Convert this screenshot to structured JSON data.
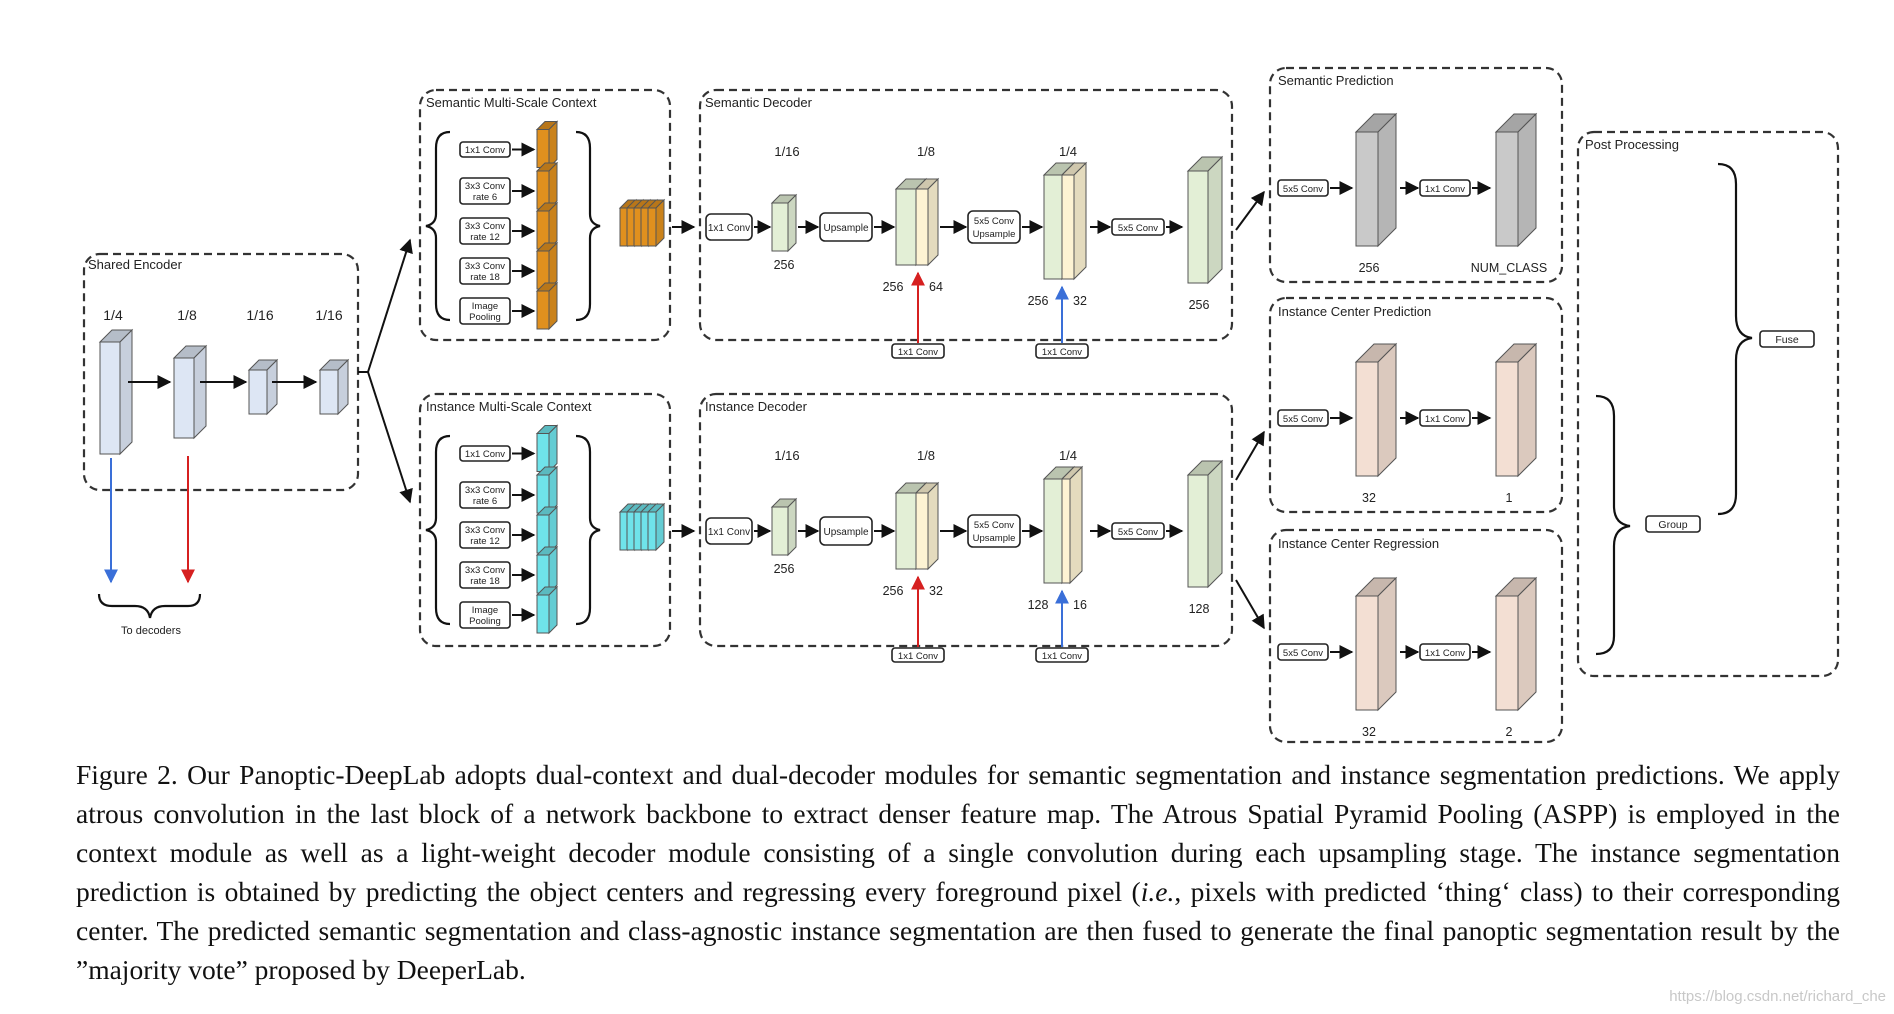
{
  "diagram": {
    "shared_encoder": {
      "title": "Shared Encoder",
      "scales": [
        "1/4",
        "1/8",
        "1/16",
        "1/16"
      ],
      "to_decoders": "To decoders"
    },
    "semantic_context": {
      "title": "Semantic Multi-Scale Context",
      "ops": [
        [
          "1x1 Conv"
        ],
        [
          "3x3 Conv",
          "rate 6"
        ],
        [
          "3x3 Conv",
          "rate 12"
        ],
        [
          "3x3 Conv",
          "rate 18"
        ],
        [
          "Image",
          "Pooling"
        ]
      ],
      "color": "#e0901e"
    },
    "instance_context": {
      "title": "Instance Multi-Scale Context",
      "ops": [
        [
          "1x1 Conv"
        ],
        [
          "3x3 Conv",
          "rate 6"
        ],
        [
          "3x3 Conv",
          "rate 12"
        ],
        [
          "3x3 Conv",
          "rate 18"
        ],
        [
          "Image",
          "Pooling"
        ]
      ],
      "color": "#6fe3ea"
    },
    "semantic_decoder": {
      "title": "Semantic Decoder",
      "scales": [
        "1/16",
        "1/8",
        "1/4"
      ],
      "ops": [
        "1x1 Conv",
        "Upsample",
        "5x5 Conv",
        "Upsample",
        "5x5 Conv"
      ],
      "channels": [
        "256",
        "256",
        "64",
        "256",
        "32",
        "256"
      ],
      "skip": [
        "1x1 Conv",
        "1x1 Conv"
      ]
    },
    "instance_decoder": {
      "title": "Instance Decoder",
      "scales": [
        "1/16",
        "1/8",
        "1/4"
      ],
      "ops": [
        "1x1 Conv",
        "Upsample",
        "5x5 Conv",
        "Upsample",
        "5x5 Conv"
      ],
      "channels": [
        "256",
        "256",
        "32",
        "128",
        "16",
        "128"
      ],
      "skip": [
        "1x1 Conv",
        "1x1 Conv"
      ]
    },
    "semantic_prediction": {
      "title": "Semantic Prediction",
      "ops": [
        "5x5 Conv",
        "1x1 Conv"
      ],
      "channels": [
        "256",
        "NUM_CLASS"
      ]
    },
    "instance_center_prediction": {
      "title": "Instance Center Prediction",
      "ops": [
        "5x5 Conv",
        "1x1 Conv"
      ],
      "channels": [
        "32",
        "1"
      ]
    },
    "instance_center_regression": {
      "title": "Instance Center Regression",
      "ops": [
        "5x5 Conv",
        "1x1 Conv"
      ],
      "channels": [
        "32",
        "2"
      ]
    },
    "post_processing": {
      "title": "Post Processing",
      "group": "Group",
      "fuse": "Fuse"
    }
  },
  "caption": {
    "prefix": "Figure 2. Our Panoptic-DeepLab adopts dual-context and dual-decoder modules for semantic segmentation and instance segmentation predictions. We apply atrous convolution in the last block of a network backbone to extract denser feature map. The Atrous Spatial Pyramid Pooling (ASPP) is employed in the context module as well as a light-weight decoder module consisting of a single convolution during each upsampling stage. The instance segmentation prediction is obtained by predicting the object centers and regressing every foreground pixel (",
    "italic": "i.e.",
    "suffix": ", pixels with predicted ‘thing‘ class) to their corresponding center.  The predicted semantic segmentation and class-agnostic instance segmentation are then fused to generate the final panoptic segmentation result by the ”majority vote” proposed by DeeperLab."
  },
  "watermark": "https://blog.csdn.net/richard_che"
}
